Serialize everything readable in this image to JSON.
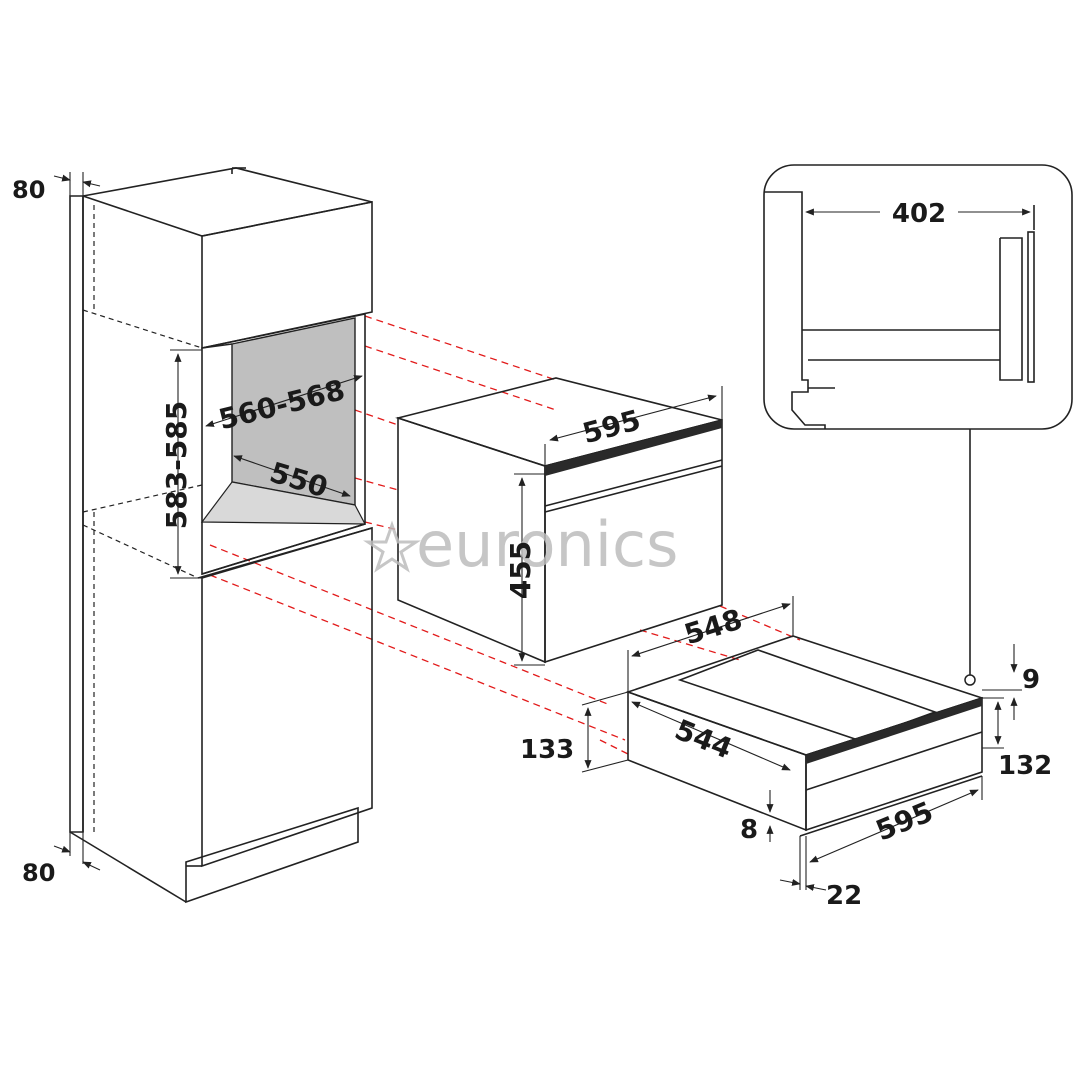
{
  "watermark": {
    "text": "euronics",
    "icon": "star-icon"
  },
  "dimensions": {
    "cabinet_top_gap": "80",
    "cabinet_bottom_gap": "80",
    "niche_height": "583-585",
    "niche_width": "560-568",
    "niche_depth": "550",
    "oven_width": "595",
    "oven_height": "455",
    "drawer_depth_top": "548",
    "drawer_depth_bottom": "544",
    "drawer_height_left": "133",
    "drawer_height_right": "132",
    "drawer_width": "595",
    "drawer_offset_top": "9",
    "drawer_offset_bottom": "8",
    "drawer_front_depth": "22",
    "detail_width": "402"
  },
  "colors": {
    "line": "#222222",
    "alignment": "#e21a1a",
    "niche_fill": "#bfbfbf",
    "watermark": "#bdbdbd"
  }
}
